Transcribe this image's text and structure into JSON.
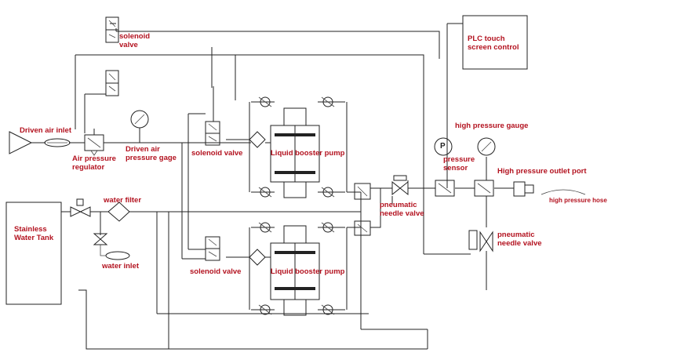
{
  "labels": {
    "solenoid_valve_top": "solenoid\nvalve",
    "plc": "PLC touch\nscreen control",
    "driven_air_inlet": "Driven air inlet",
    "air_pressure_regulator": "Air pressure\nregulator",
    "driven_air_pressure_gage": "Driven air\npressure gage",
    "solenoid_valve_mid": "solenoid valve",
    "liquid_booster_pump_top": "Liquid booster pump",
    "high_pressure_gauge": "high pressure gauge",
    "pressure_sensor": "pressure\nsensor",
    "high_pressure_outlet_port": "High pressure outlet port",
    "high_pressure_hose": "high pressure hose",
    "pneumatic_needle_valve_mid": "pneumatic\nneedle valve",
    "water_filter": "water filter",
    "stainless_water_tank": "Stainless\nWater Tank",
    "water_inlet": "water inlet",
    "solenoid_valve_low": "solenoid valve",
    "liquid_booster_pump_low": "Liquid booster pump",
    "pneumatic_needle_valve_right": "pneumatic\nneedle valve",
    "pressure_gauge_P": "P"
  }
}
